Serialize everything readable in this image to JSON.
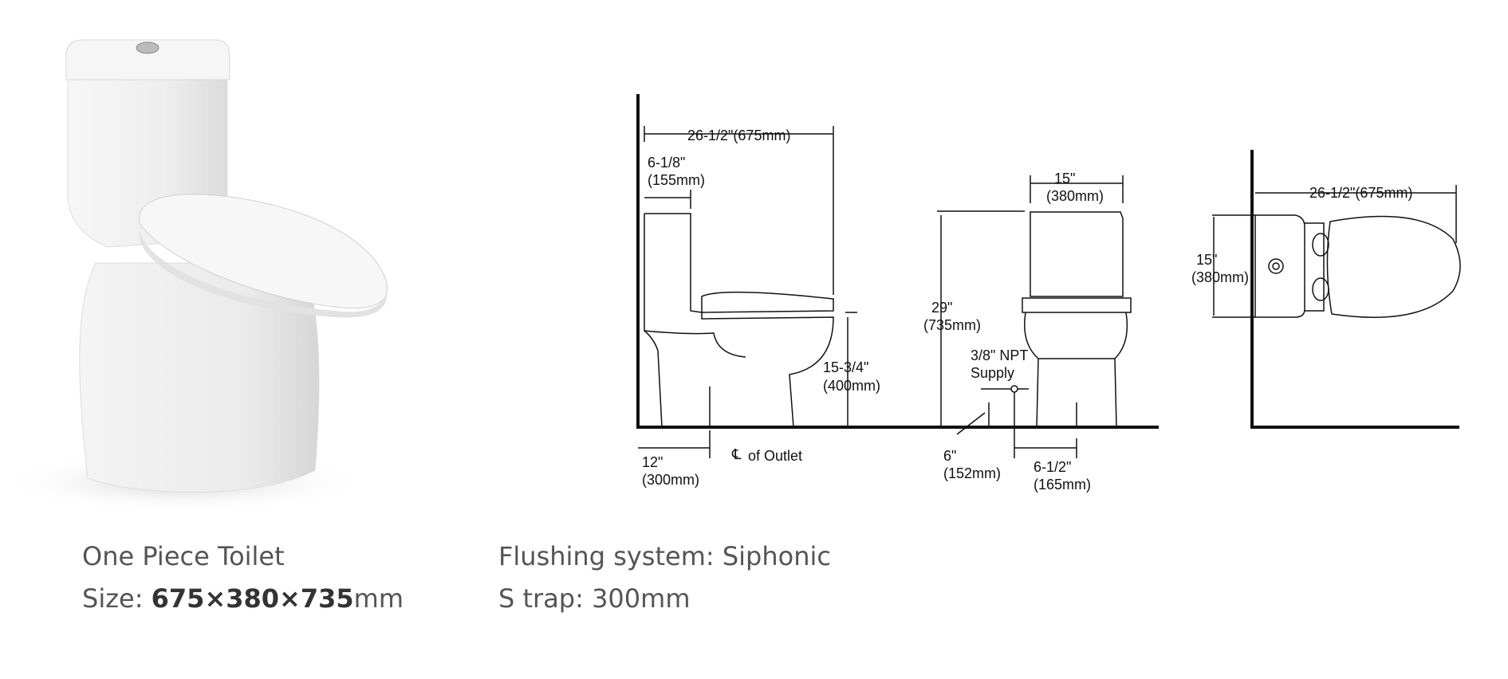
{
  "product": {
    "name": "One Piece Toilet",
    "size_label": "Size: ",
    "size_value": "675×380×735",
    "size_unit": "mm",
    "flushing": "Flushing system: Siphonic",
    "trap": "S trap: 300mm"
  },
  "side_view": {
    "depth_label": "26-1/2\"(675mm)",
    "tank_depth_in": "6-1/8\"",
    "tank_depth_mm": "(155mm)",
    "seat_height_in": "15-3/4\"",
    "seat_height_mm": "(400mm)",
    "rough_in_in": "12\"",
    "rough_in_mm": "(300mm)",
    "outlet_symbol": "℄",
    "outlet_label": "of Outlet"
  },
  "front_view": {
    "width_in": "15\"",
    "width_mm": "(380mm)",
    "height_in": "29\"",
    "height_mm": "(735mm)",
    "supply_line1": "3/8\" NPT",
    "supply_line2": "Supply",
    "supply_height_in": "6\"",
    "supply_height_mm": "(152mm)",
    "supply_offset_in": "6-1/2\"",
    "supply_offset_mm": "(165mm)"
  },
  "top_view": {
    "depth_label": "26-1/2\"(675mm)",
    "width_in": "15\"",
    "width_mm": "(380mm)"
  },
  "colors": {
    "background": "#ffffff",
    "line": "#111111",
    "caption_text": "#555555",
    "ceramic": "#f4f4f4"
  }
}
